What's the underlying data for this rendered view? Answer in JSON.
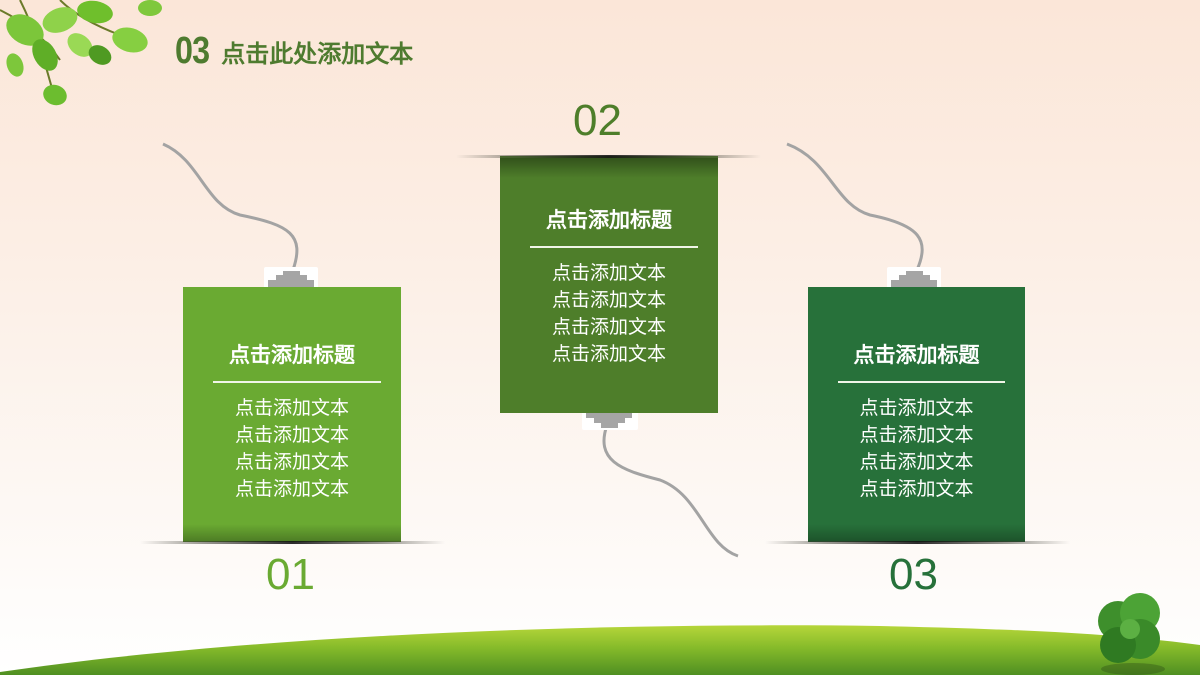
{
  "slide": {
    "header": {
      "number": "03",
      "title": "点击此处添加文本",
      "color": "#4e7b2f"
    },
    "cards": [
      {
        "index": "01",
        "title": "点击添加标题",
        "lines": [
          "点击添加文本",
          "点击添加文本",
          "点击添加文本",
          "点击添加文本"
        ],
        "color": "#6aaa32",
        "connector": "top"
      },
      {
        "index": "02",
        "title": "点击添加标题",
        "lines": [
          "点击添加文本",
          "点击添加文本",
          "点击添加文本",
          "点击添加文本"
        ],
        "color": "#4e7e2a",
        "connector": "bottom"
      },
      {
        "index": "03",
        "title": "点击添加标题",
        "lines": [
          "点击添加文本",
          "点击添加文本",
          "点击添加文本",
          "点击添加文本"
        ],
        "color": "#27713a",
        "connector": "top"
      }
    ],
    "decorations": {
      "top_left": "leaves-image",
      "bottom": "grass-hill-image",
      "bottom_right": "clover-image",
      "connector_icon": "ethernet-plug-icon"
    }
  }
}
